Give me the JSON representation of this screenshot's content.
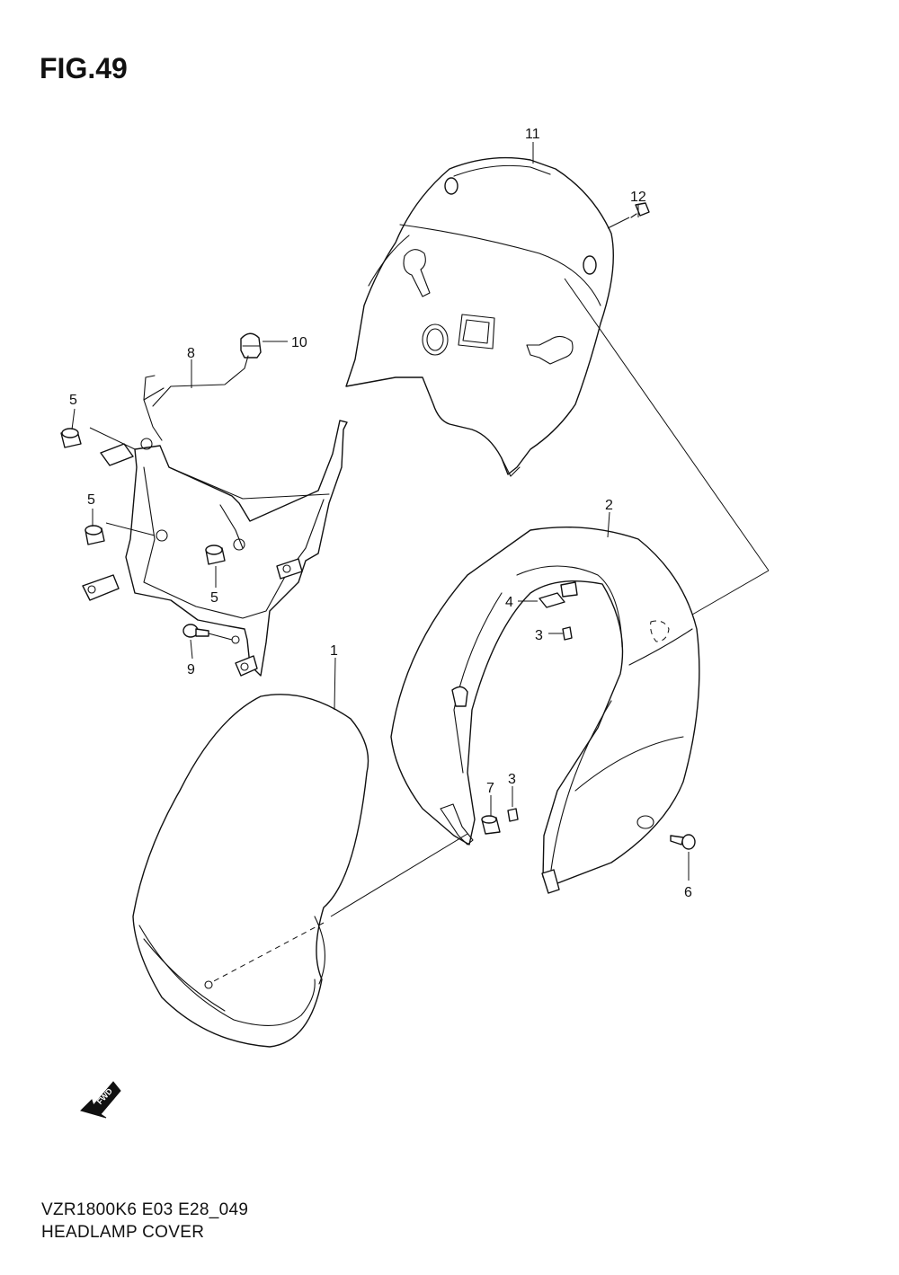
{
  "figure": {
    "title": "FIG.49"
  },
  "footer": {
    "model_code": "VZR1800K6 E03 E28_049",
    "title": "HEADLAMP COVER"
  },
  "fwd_arrow": {
    "label": "FWD",
    "icon": "fwd-arrow-icon"
  },
  "callouts": {
    "c1": "1",
    "c2": "2",
    "c3a": "3",
    "c3b": "3",
    "c4": "4",
    "c5a": "5",
    "c5b": "5",
    "c5c": "5",
    "c6": "6",
    "c7": "7",
    "c8": "8",
    "c9": "9",
    "c10": "10",
    "c11": "11",
    "c12": "12"
  }
}
